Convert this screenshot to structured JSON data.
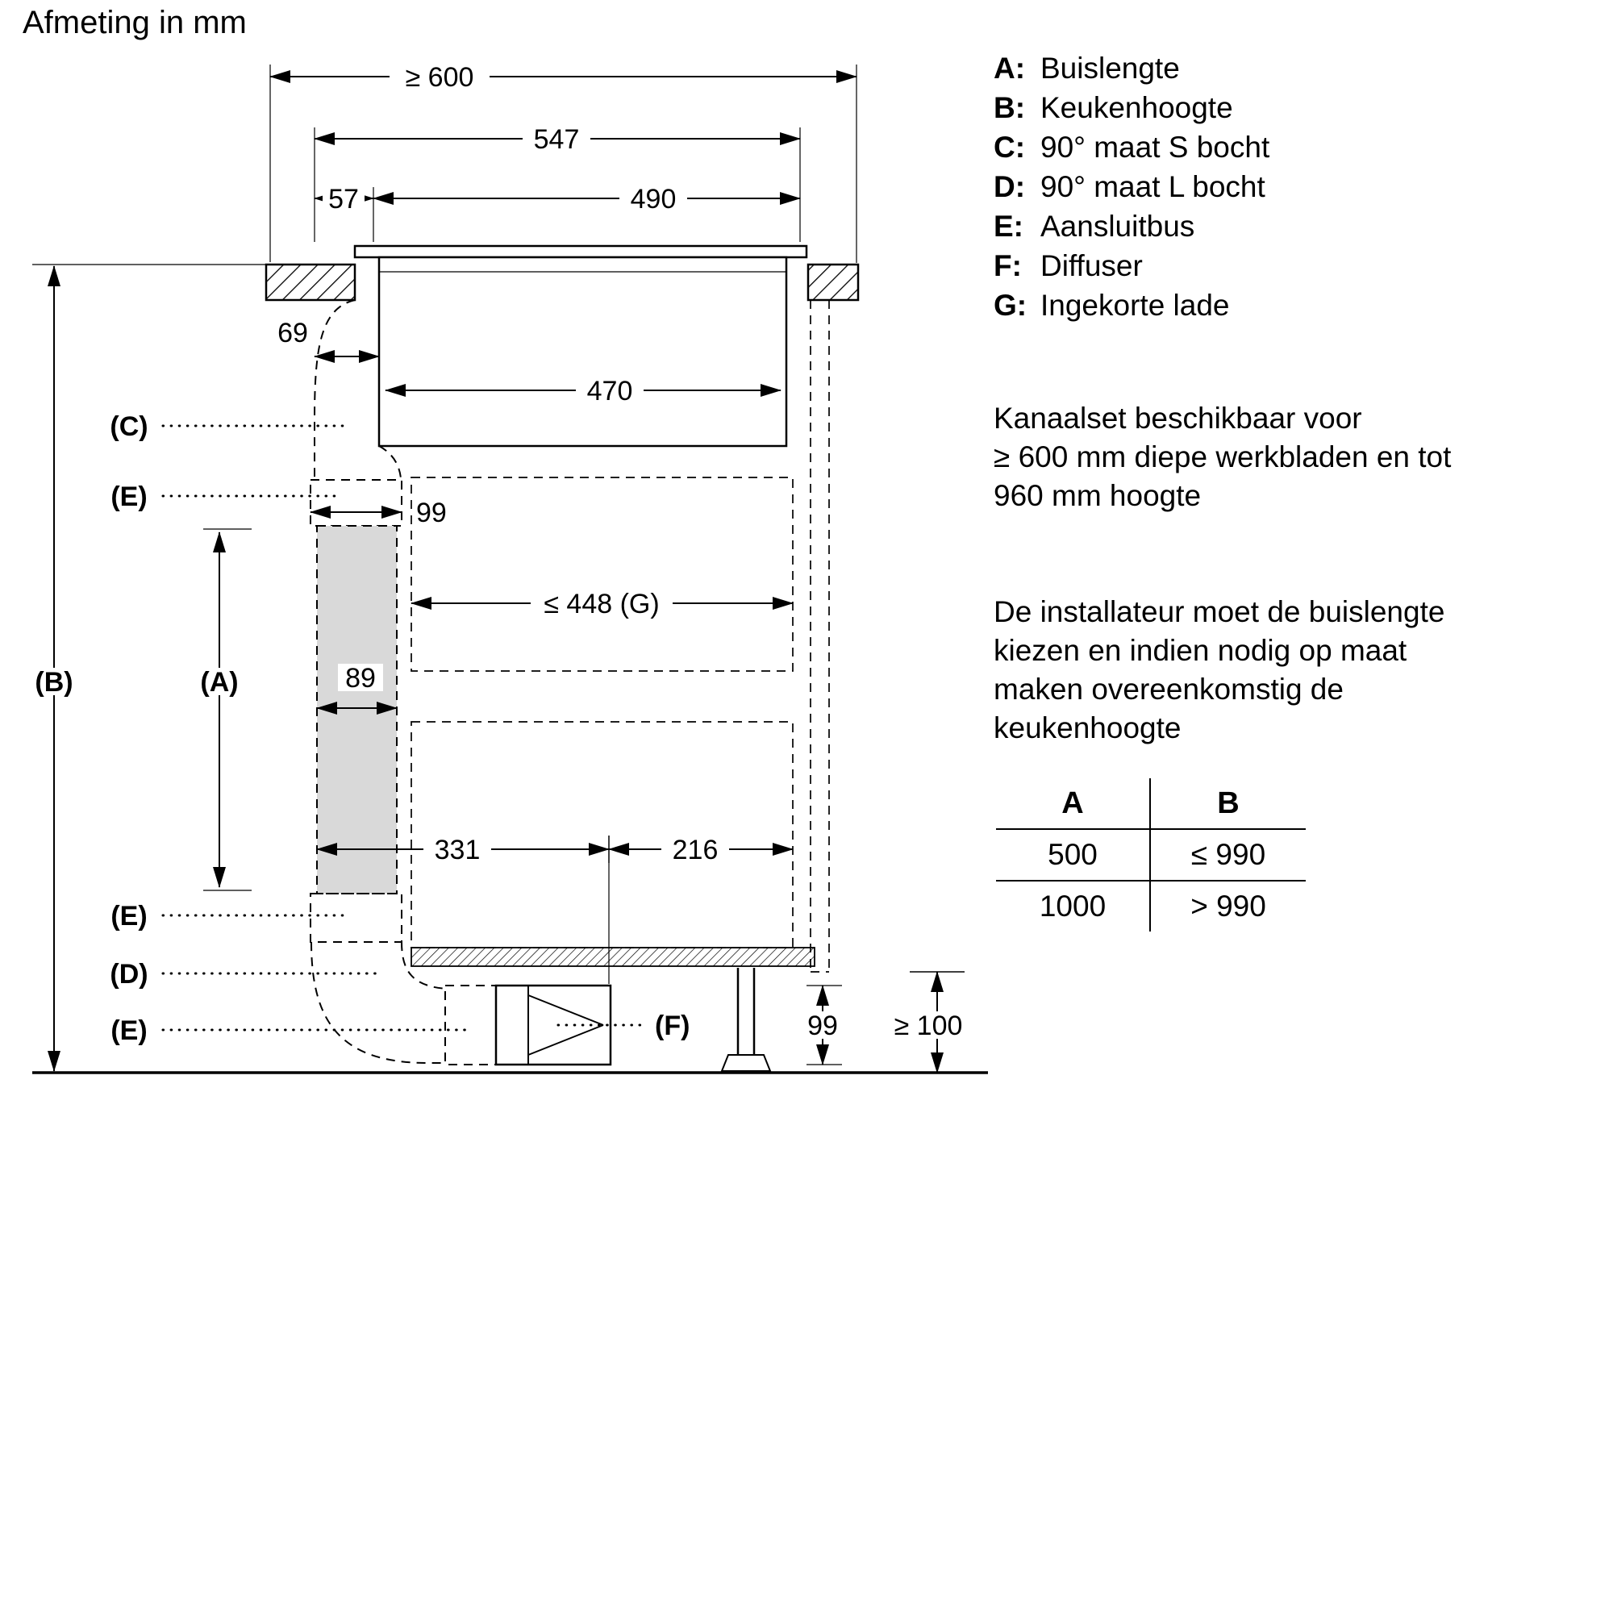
{
  "title": "Afmeting in mm",
  "legend": {
    "items": [
      {
        "key": "A:",
        "label": "Buislengte"
      },
      {
        "key": "B:",
        "label": "Keukenhoogte"
      },
      {
        "key": "C:",
        "label": "90° maat S bocht"
      },
      {
        "key": "D:",
        "label": "90° maat L bocht"
      },
      {
        "key": "E:",
        "label": "Aansluitbus"
      },
      {
        "key": "F:",
        "label": "Diffuser"
      },
      {
        "key": "G:",
        "label": "Ingekorte lade"
      }
    ]
  },
  "notes": {
    "note1": {
      "lines": [
        "Kanaalset beschikbaar voor",
        "≥ 600 mm diepe werkbladen en tot",
        "960 mm hoogte"
      ]
    },
    "note2": {
      "lines": [
        "De installateur moet de buislengte",
        "kiezen en indien nodig op maat",
        "maken overeenkomstig de",
        "keukenhoogte"
      ]
    }
  },
  "table": {
    "headers": [
      "A",
      "B"
    ],
    "rows": [
      [
        "500",
        "≤ 990"
      ],
      [
        "1000",
        "> 990"
      ]
    ]
  },
  "dimensions": {
    "worktop_depth": "≥ 600",
    "hob_width": "547",
    "edge_offset": "57",
    "cutout_width": "490",
    "bend_offset": "69",
    "body_width": "470",
    "connector_width": "99",
    "drawer_depth": "≤ 448 (G)",
    "duct_width": "89",
    "span_left": "331",
    "span_right": "216",
    "diffuser_height": "99",
    "plinth_clearance": "≥ 100"
  },
  "callouts": {
    "a": "(A)",
    "b": "(B)",
    "c": "(C)",
    "d": "(D)",
    "e_top": "(E)",
    "e_mid": "(E)",
    "e_bottom": "(E)",
    "f": "(F)"
  },
  "colors": {
    "duct_fill": "#d9d9d9",
    "line": "#000000"
  }
}
